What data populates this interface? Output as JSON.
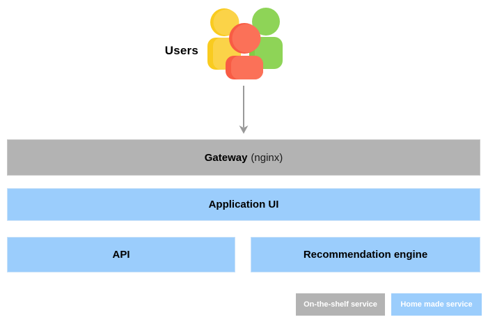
{
  "diagram": {
    "users_label": "Users",
    "nodes": {
      "gateway": {
        "title": "Gateway",
        "subtitle": "(nginx)"
      },
      "application_ui": {
        "title": "Application UI"
      },
      "api": {
        "title": "API"
      },
      "recommendation_engine": {
        "title": "Recommendation engine"
      }
    },
    "legend": [
      {
        "label": "On-the-shelf service",
        "color": "#b3b3b3"
      },
      {
        "label": "Home made service",
        "color": "#9bcdfc"
      }
    ],
    "colors": {
      "on_the_shelf_service": "#b3b3b3",
      "home_made_service": "#9bcdfc",
      "arrow": "#999999",
      "icon_person_yellow": "#fbd348",
      "icon_person_yellow_shade": "#f9cb1f",
      "icon_person_green": "#8ed457",
      "icon_person_red": "#fb7158",
      "icon_person_red_shade": "#f85c44"
    }
  }
}
